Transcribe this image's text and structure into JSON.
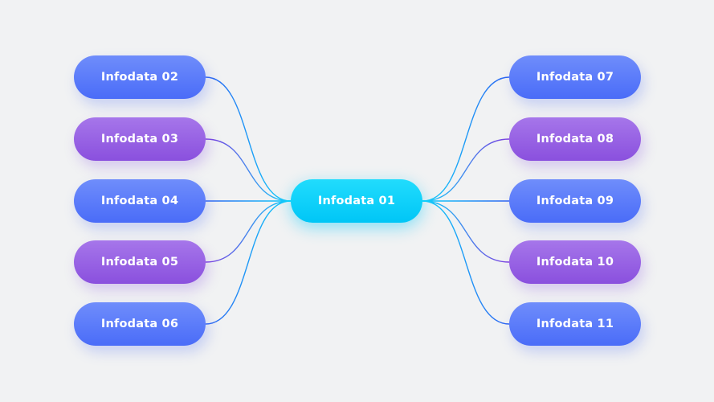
{
  "center": {
    "label": "Infodata 01",
    "color": "#0fd2fb"
  },
  "left_nodes": [
    {
      "label": "Infodata 02",
      "color": "blue"
    },
    {
      "label": "Infodata 03",
      "color": "purple"
    },
    {
      "label": "Infodata 04",
      "color": "blue"
    },
    {
      "label": "Infodata 05",
      "color": "purple"
    },
    {
      "label": "Infodata 06",
      "color": "blue"
    }
  ],
  "right_nodes": [
    {
      "label": "Infodata 07",
      "color": "blue"
    },
    {
      "label": "Infodata 08",
      "color": "purple"
    },
    {
      "label": "Infodata 09",
      "color": "blue"
    },
    {
      "label": "Infodata 10",
      "color": "purple"
    },
    {
      "label": "Infodata 11",
      "color": "blue"
    }
  ],
  "colors": {
    "background": "#f1f2f3",
    "blue": "#5a7cf9",
    "purple": "#9660e4",
    "cyan": "#0fd2fb"
  }
}
